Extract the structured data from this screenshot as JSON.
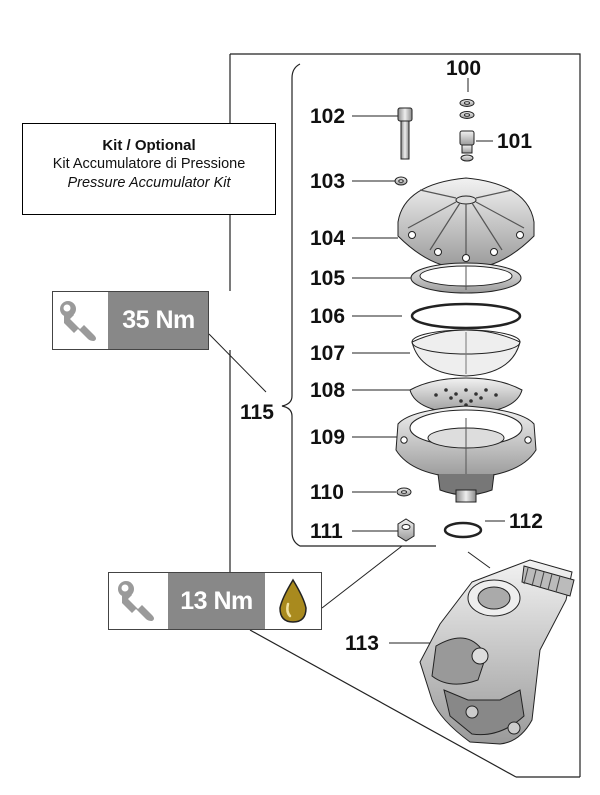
{
  "kit_box": {
    "title": "Kit / Optional",
    "line_it": "Kit Accumulatore di Pressione",
    "line_en": "Pressure Accumulator Kit"
  },
  "torque_35": {
    "value": "35 Nm",
    "icon": "wrench-icon"
  },
  "torque_13": {
    "value": "13 Nm",
    "icon": "wrench-icon",
    "extra_icon": "oil-drop-icon"
  },
  "callouts": {
    "c100": "100",
    "c101": "101",
    "c102": "102",
    "c103": "103",
    "c104": "104",
    "c105": "105",
    "c106": "106",
    "c107": "107",
    "c108": "108",
    "c109": "109",
    "c110": "110",
    "c111": "111",
    "c112": "112",
    "c113": "113",
    "c115": "115"
  },
  "colors": {
    "torque_fill": "#888888",
    "oil": "#a98a1e"
  }
}
